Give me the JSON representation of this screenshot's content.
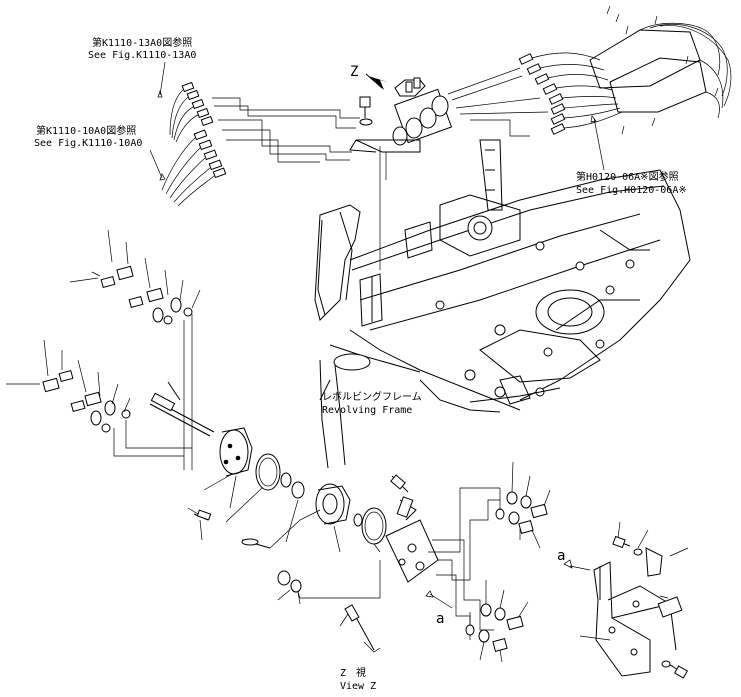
{
  "labels": {
    "ref_top_jp": "第K1110-13A0図参照",
    "ref_top_en": "See Fig.K1110-13A0",
    "ref_mid_jp": "第K1110-10A0図参照",
    "ref_mid_en": "See Fig.K1110-10A0",
    "ref_right_jp": "第H0120-06A※図参照",
    "ref_right_en": "See Fig.H0120-06A※",
    "frame_jp": "レボルビングフレーム",
    "frame_en": "Revolving Frame",
    "view_jp": "Z　視",
    "view_en": "View Z",
    "z_marker": "Z",
    "a_marker_1": "a",
    "a_marker_2": "a"
  }
}
